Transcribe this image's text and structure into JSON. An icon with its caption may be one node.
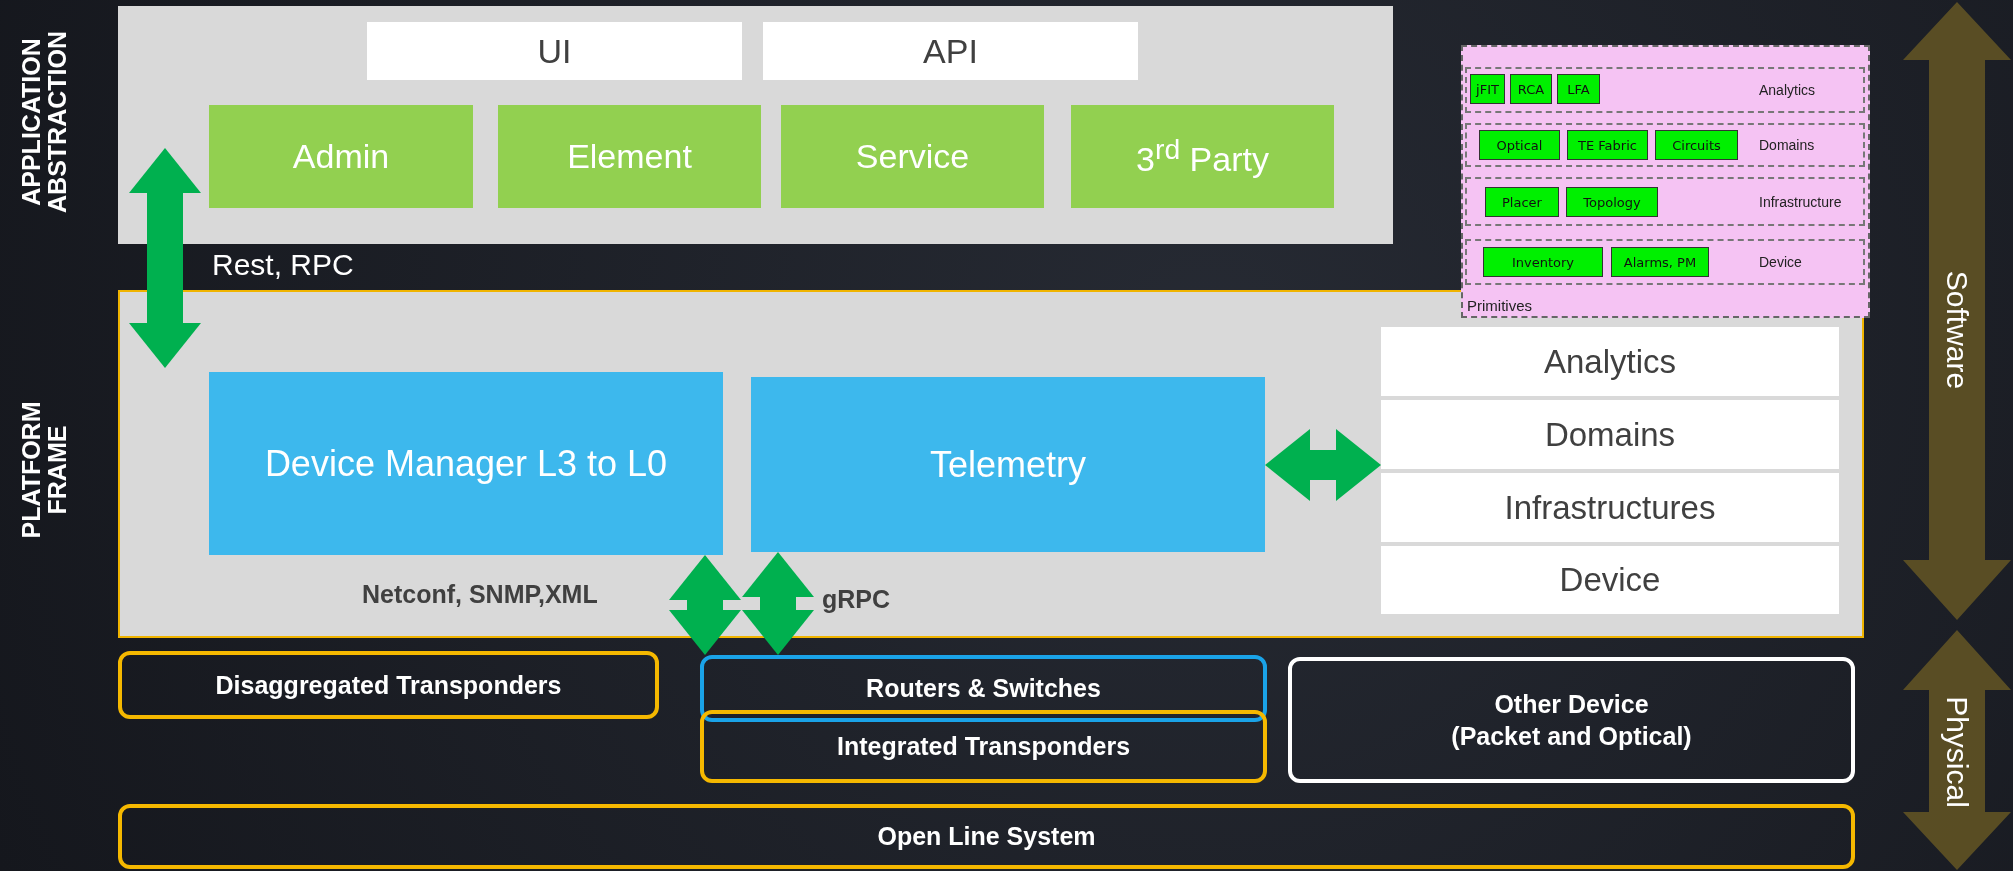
{
  "diagram": {
    "nodes": [
      {
        "text": [],
        "shape": "box"
      },
      {
        "text": [
          "UI"
        ],
        "in": 0
      },
      {
        "text": [
          "API"
        ],
        "in": 0
      },
      {
        "text": [
          "Admin"
        ],
        "in": 0
      },
      {
        "text": [
          "Element"
        ],
        "in": 0
      },
      {
        "text": [
          "Service"
        ],
        "in": 0
      },
      {
        "text": [
          "3$^{rd}$ Party"
        ],
        "in": 0
      },
      {
        "text": [
          "Primitives"
        ]
      },
      {
        "text": [
          "Analytics"
        ],
        "in": 7
      },
      {
        "text": [
          "jFIT"
        ],
        "in": 8
      },
      {
        "text": [
          "RCA"
        ],
        "in": 8
      },
      {
        "text": [
          "LFA"
        ],
        "in": 8
      },
      {
        "text": [
          "Domains"
        ],
        "in": 7
      },
      {
        "text": [
          "Optical"
        ],
        "in": 12
      },
      {
        "text": [
          "TE Fabric"
        ],
        "in": 12
      },
      {
        "text": [
          "Circuits"
        ],
        "in": 12
      },
      {
        "text": [
          "Infrastructure"
        ],
        "in": 7
      },
      {
        "text": [
          "Placer"
        ],
        "in": 16
      },
      {
        "text": [
          "Topology"
        ],
        "in": 16
      },
      {
        "text": [
          "Device"
        ],
        "in": 7
      },
      {
        "text": [
          "Inventory"
        ],
        "in": 19
      },
      {
        "text": [
          "Alarms, PM"
        ],
        "in": 19
      },
      {
        "text": [],
        "shape": "box"
      },
      {
        "text": [
          "Device Manager L3 to L0"
        ],
        "in": 22
      },
      {
        "text": [
          "Telemetry"
        ],
        "in": 22
      },
      {
        "text": [],
        "shape": "box",
        "in": 22
      },
      {
        "text": [
          "Analytics"
        ],
        "in": 25
      },
      {
        "text": [
          "Domains"
        ],
        "in": 25
      },
      {
        "text": [
          "Infrastructures"
        ],
        "in": 25
      },
      {
        "text": [
          "Device"
        ],
        "in": 25
      },
      {
        "text": [
          "Disaggregated Transponders"
        ]
      },
      {
        "text": [
          "Routers & Switches"
        ]
      },
      {
        "text": [
          "Integrated Transponders"
        ]
      },
      {
        "text": [
          "Other Device (Packet and Optical)"
        ]
      },
      {
        "text": [
          "Open Line System"
        ]
      }
    ],
    "edges": [
      {
        "from": 0,
        "to": 22,
        "arrow": "both",
        "label": "Rest, RPC"
      },
      {
        "from": 24,
        "to": 25,
        "arrow": "both"
      },
      {
        "from": 23,
        "to": 31,
        "arrow": "both",
        "label": "Netconf, SNMP,XML"
      },
      {
        "from": 24,
        "to": 31,
        "arrow": "both",
        "label": "gRPC"
      }
    ],
    "labels": [
      "APPLICATION ABSTRACTION",
      "PLATFORM FRAME",
      "Software",
      "Physical"
    ]
  }
}
